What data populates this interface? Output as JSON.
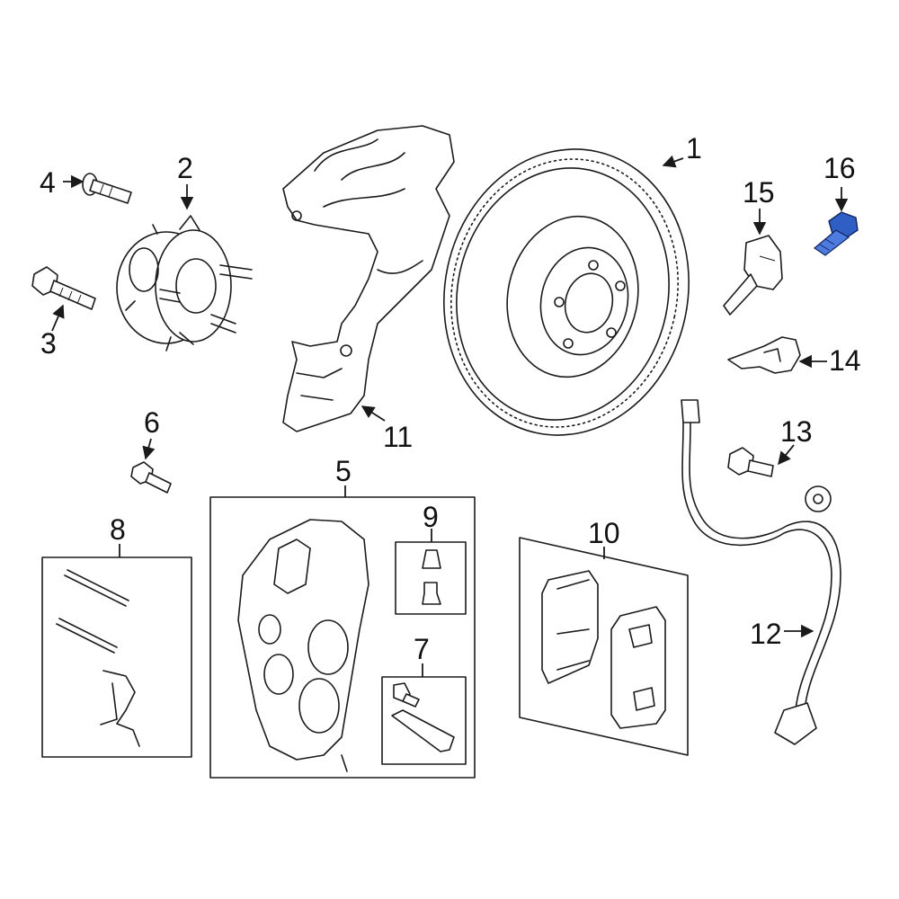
{
  "labels": {
    "p1": "1",
    "p2": "2",
    "p3": "3",
    "p4": "4",
    "p5": "5",
    "p6": "6",
    "p7": "7",
    "p8": "8",
    "p9": "9",
    "p10": "10",
    "p11": "11",
    "p12": "12",
    "p13": "13",
    "p14": "14",
    "p15": "15",
    "p16": "16"
  },
  "highlighted_part": "16",
  "colors": {
    "highlight": "#2f5ec4",
    "line": "#1a1a1a",
    "background": "#ffffff"
  },
  "icons": {
    "arrowhead": "arrow-icon"
  }
}
